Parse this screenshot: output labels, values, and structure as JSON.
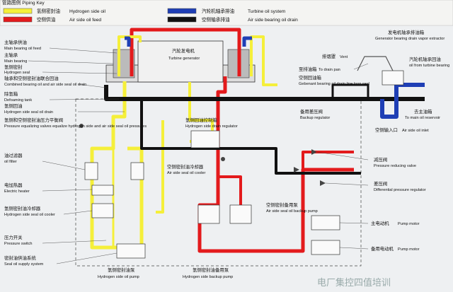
{
  "key": {
    "title": "管路图例 Piping Key",
    "items": [
      {
        "zh": "氢侧密封油",
        "en": "Hydrogen  side oil",
        "color": "#f5ef3a"
      },
      {
        "zh": "空侧供油",
        "en": "Air side  oil feed",
        "color": "#e31a1c"
      },
      {
        "zh": "汽轮机轴承排油",
        "en": "Turbine oil system",
        "color": "#1f3fb5"
      },
      {
        "zh": "空侧轴承排油",
        "en": "Air side bearing oil drain",
        "color": "#111111"
      }
    ]
  },
  "generator": {
    "zh": "汽轮发电机",
    "en": "Turbine generator"
  },
  "labels_left": [
    {
      "zh": "主轴承供油",
      "en": "Main bearing oil feed"
    },
    {
      "zh": "主轴承",
      "en": "Main bearing"
    },
    {
      "zh": "氢侧密封",
      "en": "Hydrogen seal"
    },
    {
      "zh": "轴承和空侧密封油联合回油",
      "en": "Combined bearing oil and air side seal oil drain"
    },
    {
      "zh": "除氢箱",
      "en": "Defoaming tank"
    },
    {
      "zh": "氢侧回油",
      "en": "Hydrogen side seal oil drain"
    },
    {
      "zh": "氢侧和空侧密封油压力平衡阀",
      "en": "Pressure equalizing valves equalize hydrogen side and air side seal oil pressures"
    },
    {
      "zh": "油过滤器",
      "en": "oil filter"
    },
    {
      "zh": "电加热器",
      "en": "Electric heater"
    },
    {
      "zh": "氢侧密封油冷却器",
      "en": "Hydrogen side seal oil cooler"
    },
    {
      "zh": "压力开关",
      "en": "Pressure switch"
    },
    {
      "zh": "密封油供油系统",
      "en": "Seal oil supply system"
    }
  ],
  "labels_center": [
    {
      "zh": "氢侧回油控制箱",
      "en": "Hydrogen side drain regulator"
    },
    {
      "zh": "空侧密封油冷却器",
      "en": "Air side seal oil cooler"
    },
    {
      "zh": "氢侧密封油泵",
      "en": "Hydrogen  side oil pump"
    },
    {
      "zh": "氢侧密封油备用泵",
      "en": "Hydrogen  side backup pump"
    },
    {
      "zh": "空侧密封备用泵",
      "en": "Air side seal oil backup pump"
    }
  ],
  "labels_right": [
    {
      "zh": "排烟罩",
      "en": "Vent"
    },
    {
      "zh": "发电机轴承排油箱",
      "en": "Generator bearing drain vapor extractor"
    },
    {
      "zh": "汽轮机轴承回油",
      "en": "oil from turbine bearing"
    },
    {
      "zh": "至排油箱",
      "en": "To drain pan"
    },
    {
      "zh": "空侧回油箱",
      "en": "Gebenant bearing oil drain line loop seal"
    },
    {
      "zh": "去主油箱",
      "en": "To main oil reservoir"
    },
    {
      "zh": "空侧输入口",
      "en": "Air side oil inlet"
    },
    {
      "zh": "备用差压阀",
      "en": "Backup regulator"
    },
    {
      "zh": "减压阀",
      "en": "Pressure reducing valve"
    },
    {
      "zh": "差压阀",
      "en": "Differential pressure regulator"
    },
    {
      "zh": "主电动机",
      "en": "Pump motor"
    },
    {
      "zh": "备用电动机",
      "en": "Pump motor"
    }
  ],
  "watermark": "电厂集控四值培训"
}
